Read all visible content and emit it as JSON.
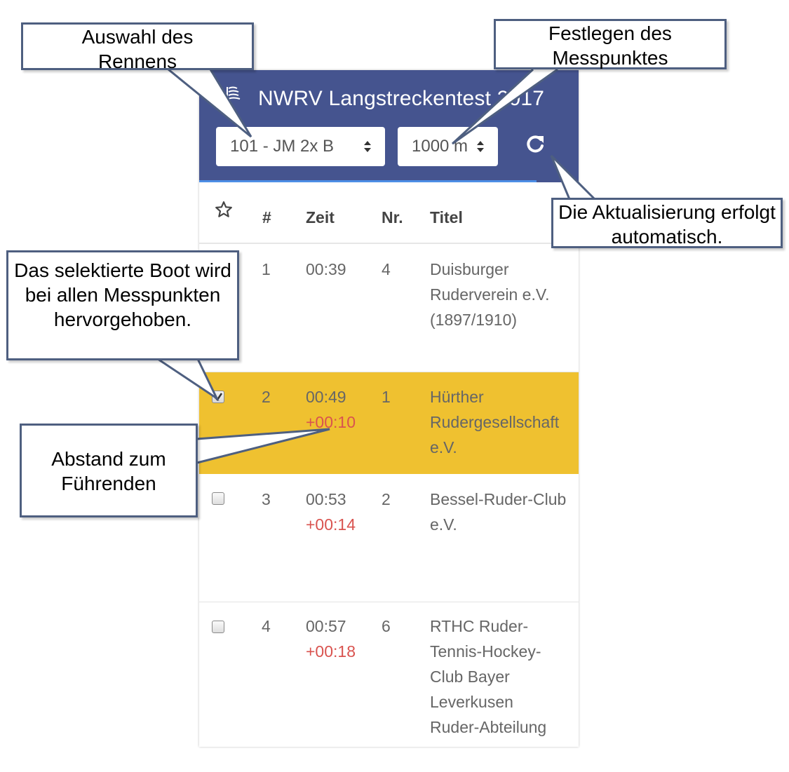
{
  "app": {
    "title": "NWRV Langstreckentest 2017",
    "race_select": {
      "value": "101 - JM 2x B"
    },
    "point_select": {
      "value": "1000 m"
    },
    "colors": {
      "header": "#45548f",
      "selected_row": "#efc130",
      "diff": "#d9534f"
    }
  },
  "table": {
    "columns": {
      "star": "star-icon",
      "rank": "#",
      "time": "Zeit",
      "number": "Nr.",
      "title": "Titel"
    },
    "rows": [
      {
        "rank": "1",
        "time": "00:39",
        "diff": "",
        "number": "4",
        "title": "Duisburger Ruderverein e.V. (1897/1910)",
        "selected": false
      },
      {
        "rank": "2",
        "time": "00:49",
        "diff": "+00:10",
        "number": "1",
        "title": "Hürther Rudergesellschaft e.V.",
        "selected": true
      },
      {
        "rank": "3",
        "time": "00:53",
        "diff": "+00:14",
        "number": "2",
        "title": "Bessel-Ruder-Club e.V.",
        "selected": false
      },
      {
        "rank": "4",
        "time": "00:57",
        "diff": "+00:18",
        "number": "6",
        "title": "RTHC Ruder-Tennis-Hockey-Club Bayer Leverkusen Ruder-Abteilung",
        "selected": false
      }
    ]
  },
  "annotations": {
    "race": "Auswahl des Rennens",
    "point": "Festlegen des Messpunktes",
    "refresh": "Die Aktualisierung erfolgt automatisch.",
    "selected": "Das selektierte Boot wird bei allen Messpunkten hervorgehoben.",
    "gap": "Abstand zum Führenden"
  }
}
